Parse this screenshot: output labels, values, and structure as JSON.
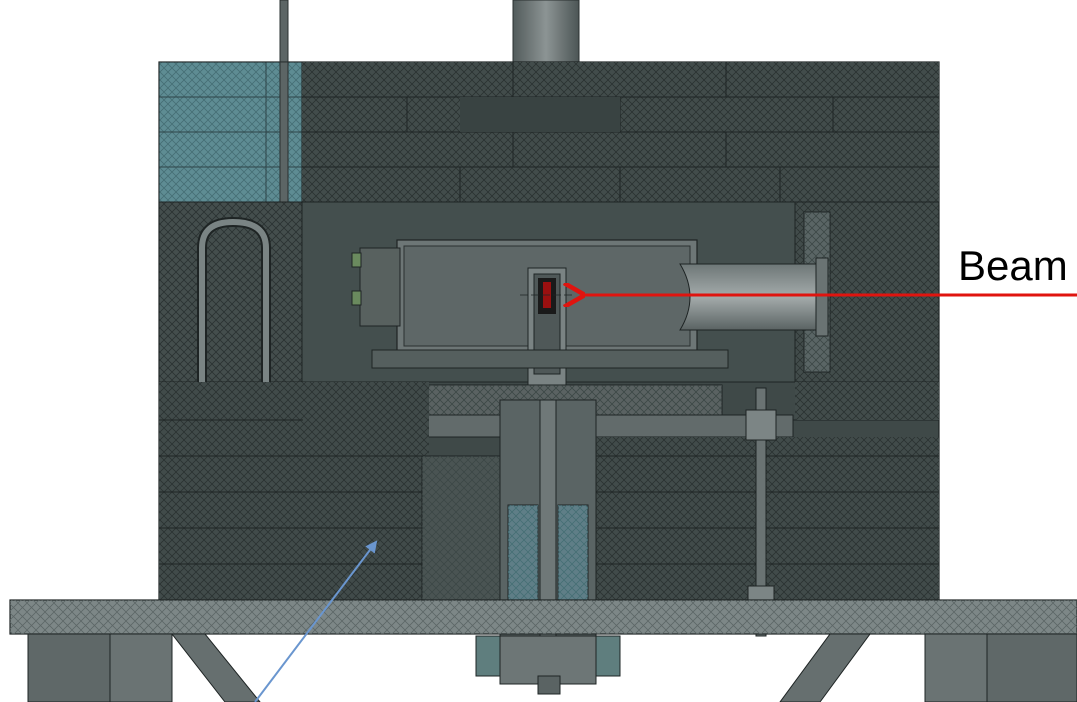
{
  "labels": {
    "beam": "Beam"
  },
  "colors": {
    "background": "#ffffff",
    "shielding_dark": "#3b4544",
    "shielding_block": "#424c4b",
    "shielding_light": "#4e5957",
    "water_tank": "#5e8c93",
    "base_plate": "#7d8787",
    "beam_arrow": "#e0140f",
    "pointer_arrow": "#6a96cf",
    "outline": "#1e2424"
  },
  "annotations": {
    "beam_arrow": "beam-direction",
    "pointer_arrow": "shielding-callout"
  }
}
